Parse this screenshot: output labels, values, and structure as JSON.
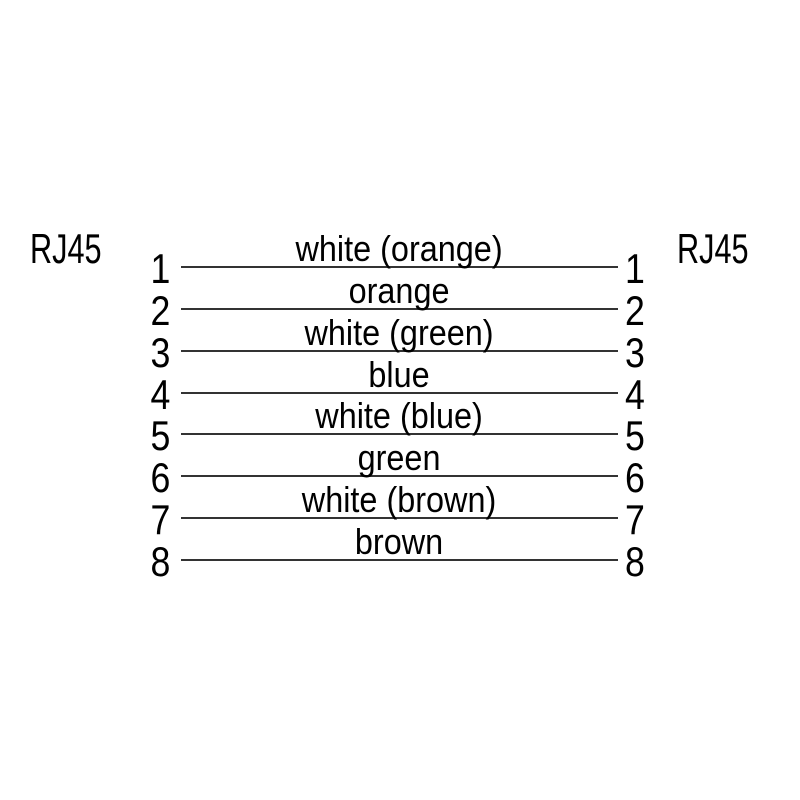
{
  "diagram": {
    "left_connector_label": "RJ45",
    "right_connector_label": "RJ45",
    "wires": [
      {
        "left_pin": "1",
        "right_pin": "1",
        "color_label": "white (orange)"
      },
      {
        "left_pin": "2",
        "right_pin": "2",
        "color_label": "orange"
      },
      {
        "left_pin": "3",
        "right_pin": "3",
        "color_label": "white (green)"
      },
      {
        "left_pin": "4",
        "right_pin": "4",
        "color_label": "blue"
      },
      {
        "left_pin": "5",
        "right_pin": "5",
        "color_label": "white (blue)"
      },
      {
        "left_pin": "6",
        "right_pin": "6",
        "color_label": "green"
      },
      {
        "left_pin": "7",
        "right_pin": "7",
        "color_label": "white (brown)"
      },
      {
        "left_pin": "8",
        "right_pin": "8",
        "color_label": "brown"
      }
    ],
    "colors": {
      "text": "#000000",
      "line": "#333333",
      "background": "#ffffff"
    }
  }
}
